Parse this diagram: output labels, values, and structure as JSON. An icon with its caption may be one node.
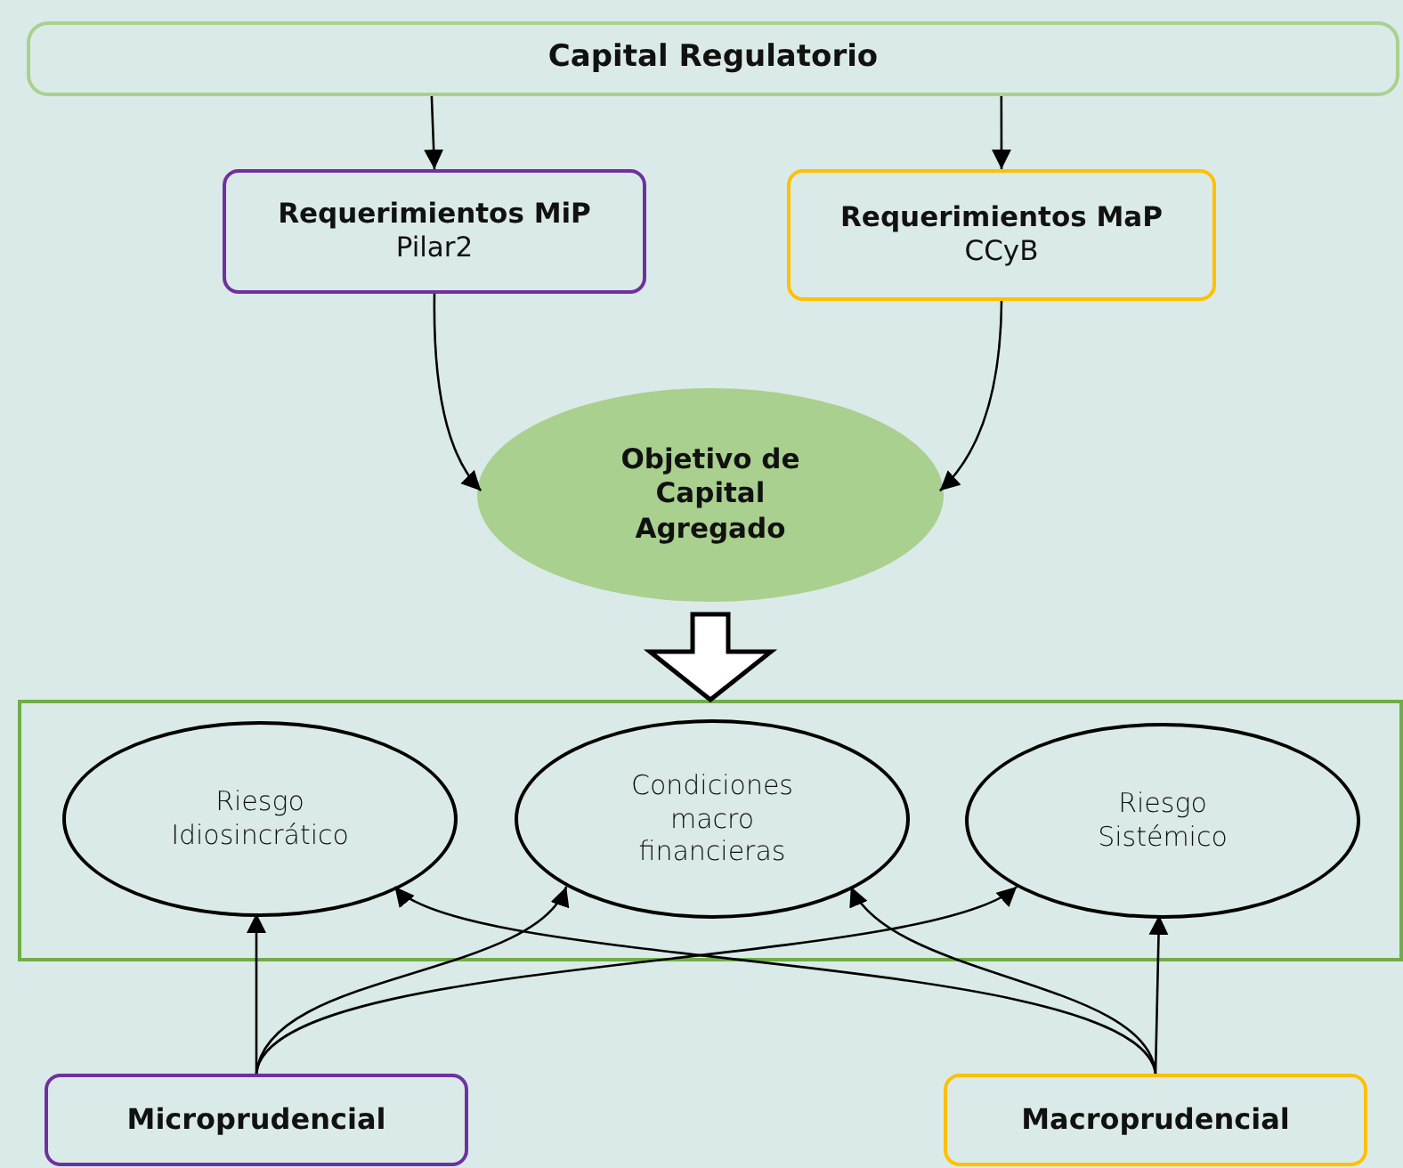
{
  "diagram": {
    "nodes": [
      {
        "text": [
          "Capital Regulatorio"
        ]
      },
      {
        "text": [
          "Requerimientos MiP",
          "Pilar2"
        ]
      },
      {
        "text": [
          "Requerimientos MaP",
          "CCyB"
        ]
      },
      {
        "text": [
          "Objetivo de Capital Agregado"
        ]
      },
      {
        "text": [],
        "shape": "box"
      },
      {
        "text": [
          "Riesgo Idiosincrático"
        ],
        "in": 4
      },
      {
        "text": [
          "Condiciones macro financieras"
        ],
        "in": 4
      },
      {
        "text": [
          "Riesgo Sistémico"
        ],
        "in": 4
      },
      {
        "text": [
          "Microprudencial"
        ]
      },
      {
        "text": [
          "Macroprudencial"
        ]
      }
    ],
    "edges": [
      {
        "from": 0,
        "to": 1,
        "arrow": "to"
      },
      {
        "from": 0,
        "to": 2,
        "arrow": "to"
      },
      {
        "from": 1,
        "to": 3,
        "arrow": "to"
      },
      {
        "from": 2,
        "to": 3,
        "arrow": "to"
      },
      {
        "from": 3,
        "to": 4,
        "arrow": "to",
        "style": "thick"
      },
      {
        "from": 8,
        "to": 5,
        "arrow": "to"
      },
      {
        "from": 8,
        "to": 6,
        "arrow": "to"
      },
      {
        "from": 8,
        "to": 7,
        "arrow": "to"
      },
      {
        "from": 9,
        "to": 7,
        "arrow": "to"
      },
      {
        "from": 9,
        "to": 6,
        "arrow": "to"
      },
      {
        "from": 9,
        "to": 5,
        "arrow": "to"
      }
    ]
  }
}
